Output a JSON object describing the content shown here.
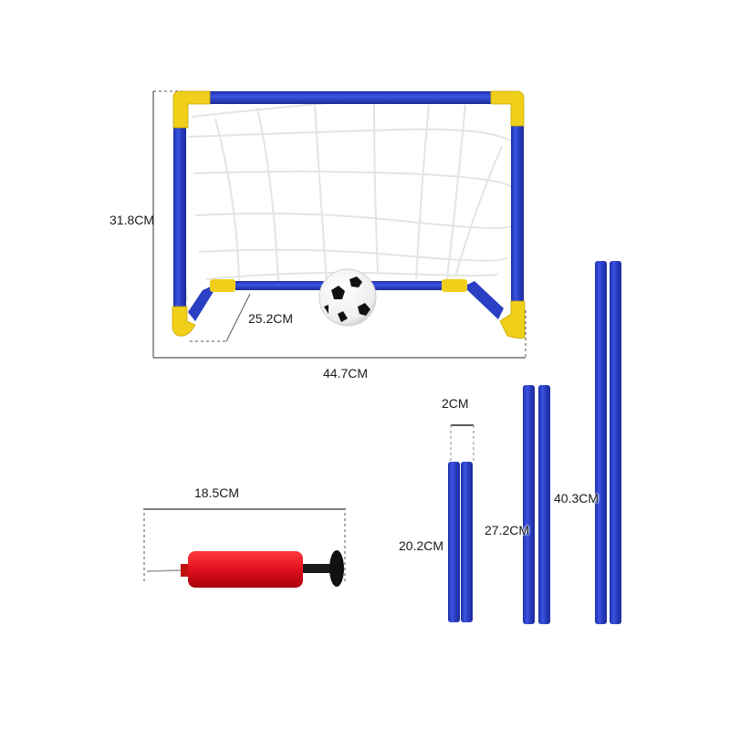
{
  "product": {
    "goal": {
      "height_label": "31.8CM",
      "width_label": "44.7CM",
      "depth_label": "25.2CM"
    },
    "pump": {
      "length_label": "18.5CM"
    },
    "poles": [
      {
        "label": "20.2CM",
        "diameter_label": "2CM"
      },
      {
        "label": "27.2CM"
      },
      {
        "label": "40.3CM"
      }
    ]
  },
  "colors": {
    "frame_blue": "#2a3fc4",
    "connector_yellow": "#f0cf1a",
    "pump_red": "#e0101e",
    "net_white": "#f2f2f2",
    "ball_black": "#111111"
  }
}
